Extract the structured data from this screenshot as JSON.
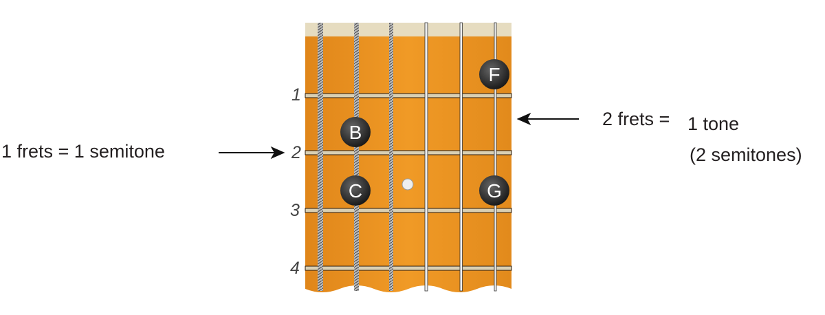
{
  "left_label": "1 frets = 1 semitone",
  "right_label_line1_a": "2 frets =",
  "right_label_line1_b": "1 tone",
  "right_label_line2": "(2 semitones)",
  "fret_numbers": [
    "1",
    "2",
    "3",
    "4"
  ],
  "notes": {
    "F": "F",
    "B": "B",
    "C": "C",
    "G": "G"
  },
  "colors": {
    "wood": "#e8901e",
    "nut": "#e6dcc0",
    "note": "#2a2a2a"
  }
}
